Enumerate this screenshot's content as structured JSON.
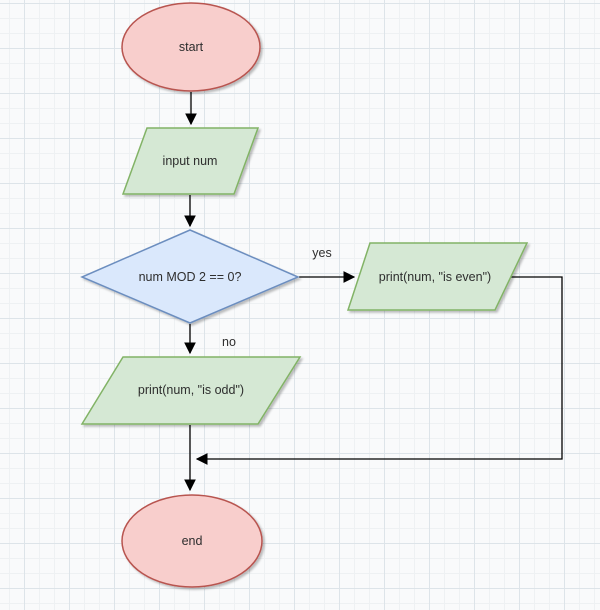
{
  "canvas": {
    "background": "#f9fafb",
    "grid_minor_color": "#eef1f3",
    "grid_major_color": "#dde4e9"
  },
  "palette": {
    "terminal_fill": "#f8cecc",
    "terminal_stroke": "#b85450",
    "io_fill": "#d5e8d4",
    "io_stroke": "#82b366",
    "decision_fill": "#dae8fc",
    "decision_stroke": "#6c8ebf",
    "arrow": "#000000",
    "text": "#2e2e2e"
  },
  "flowchart": {
    "nodes": {
      "start": {
        "label": "start",
        "type": "terminal"
      },
      "input": {
        "label": "input num",
        "type": "io"
      },
      "decision": {
        "label": "num MOD 2 == 0?",
        "type": "decision"
      },
      "print_even": {
        "label": "print(num, \"is even\")",
        "type": "io"
      },
      "print_odd": {
        "label": "print(num, \"is odd\")",
        "type": "io"
      },
      "end": {
        "label": "end",
        "type": "terminal"
      }
    },
    "edges": {
      "yes_label": "yes",
      "no_label": "no"
    }
  }
}
